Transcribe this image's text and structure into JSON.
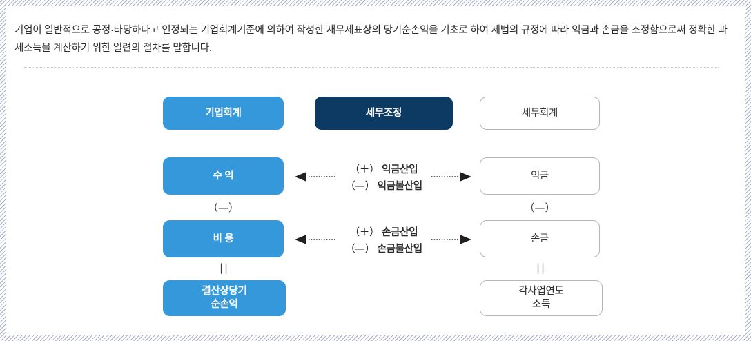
{
  "intro": {
    "line1": "기업이 일반적으로 공정·타당하다고 인정되는 기업회계기준에 의하여 작성한 재무제표상의 당기순손익을 기초로 하여 세법의 규정에 따라 익금과 손금을",
    "line2": "조정함으로써 정확한 과세소득을 계산하기 위한 일련의 절차를 말합니다."
  },
  "colors": {
    "blue": "#3498db",
    "navy": "#0c3a63",
    "box_border": "#b5b5b5",
    "text": "#2b2b2b",
    "hatch": "#a8b0c8"
  },
  "header_row": {
    "left": "기업회계",
    "middle": "세무조정",
    "right": "세무회계"
  },
  "left_column": {
    "revenue": "수 익",
    "expense": "비 용",
    "net_income_line1": "결산상당기",
    "net_income_line2": "순손익"
  },
  "right_column": {
    "gross_income": "익금",
    "deductible": "손금",
    "taxable_line1": "각사업연도",
    "taxable_line2": "소득"
  },
  "operators": {
    "minus_left": "（—）",
    "minus_right": "（—）",
    "equals_left": "||",
    "equals_right": "||"
  },
  "middle_labels": {
    "row1": {
      "plus_sign": "（＋）",
      "plus_text": "익금산입",
      "minus_sign": "（—）",
      "minus_text": "익금불산입"
    },
    "row2": {
      "plus_sign": "（＋）",
      "plus_text": "손금산입",
      "minus_sign": "（—）",
      "minus_text": "손금불산입"
    }
  },
  "arrows": {
    "row1_left": "arrow-left-icon",
    "row1_right": "arrow-right-icon",
    "row2_left": "arrow-left-icon",
    "row2_right": "arrow-right-icon"
  }
}
